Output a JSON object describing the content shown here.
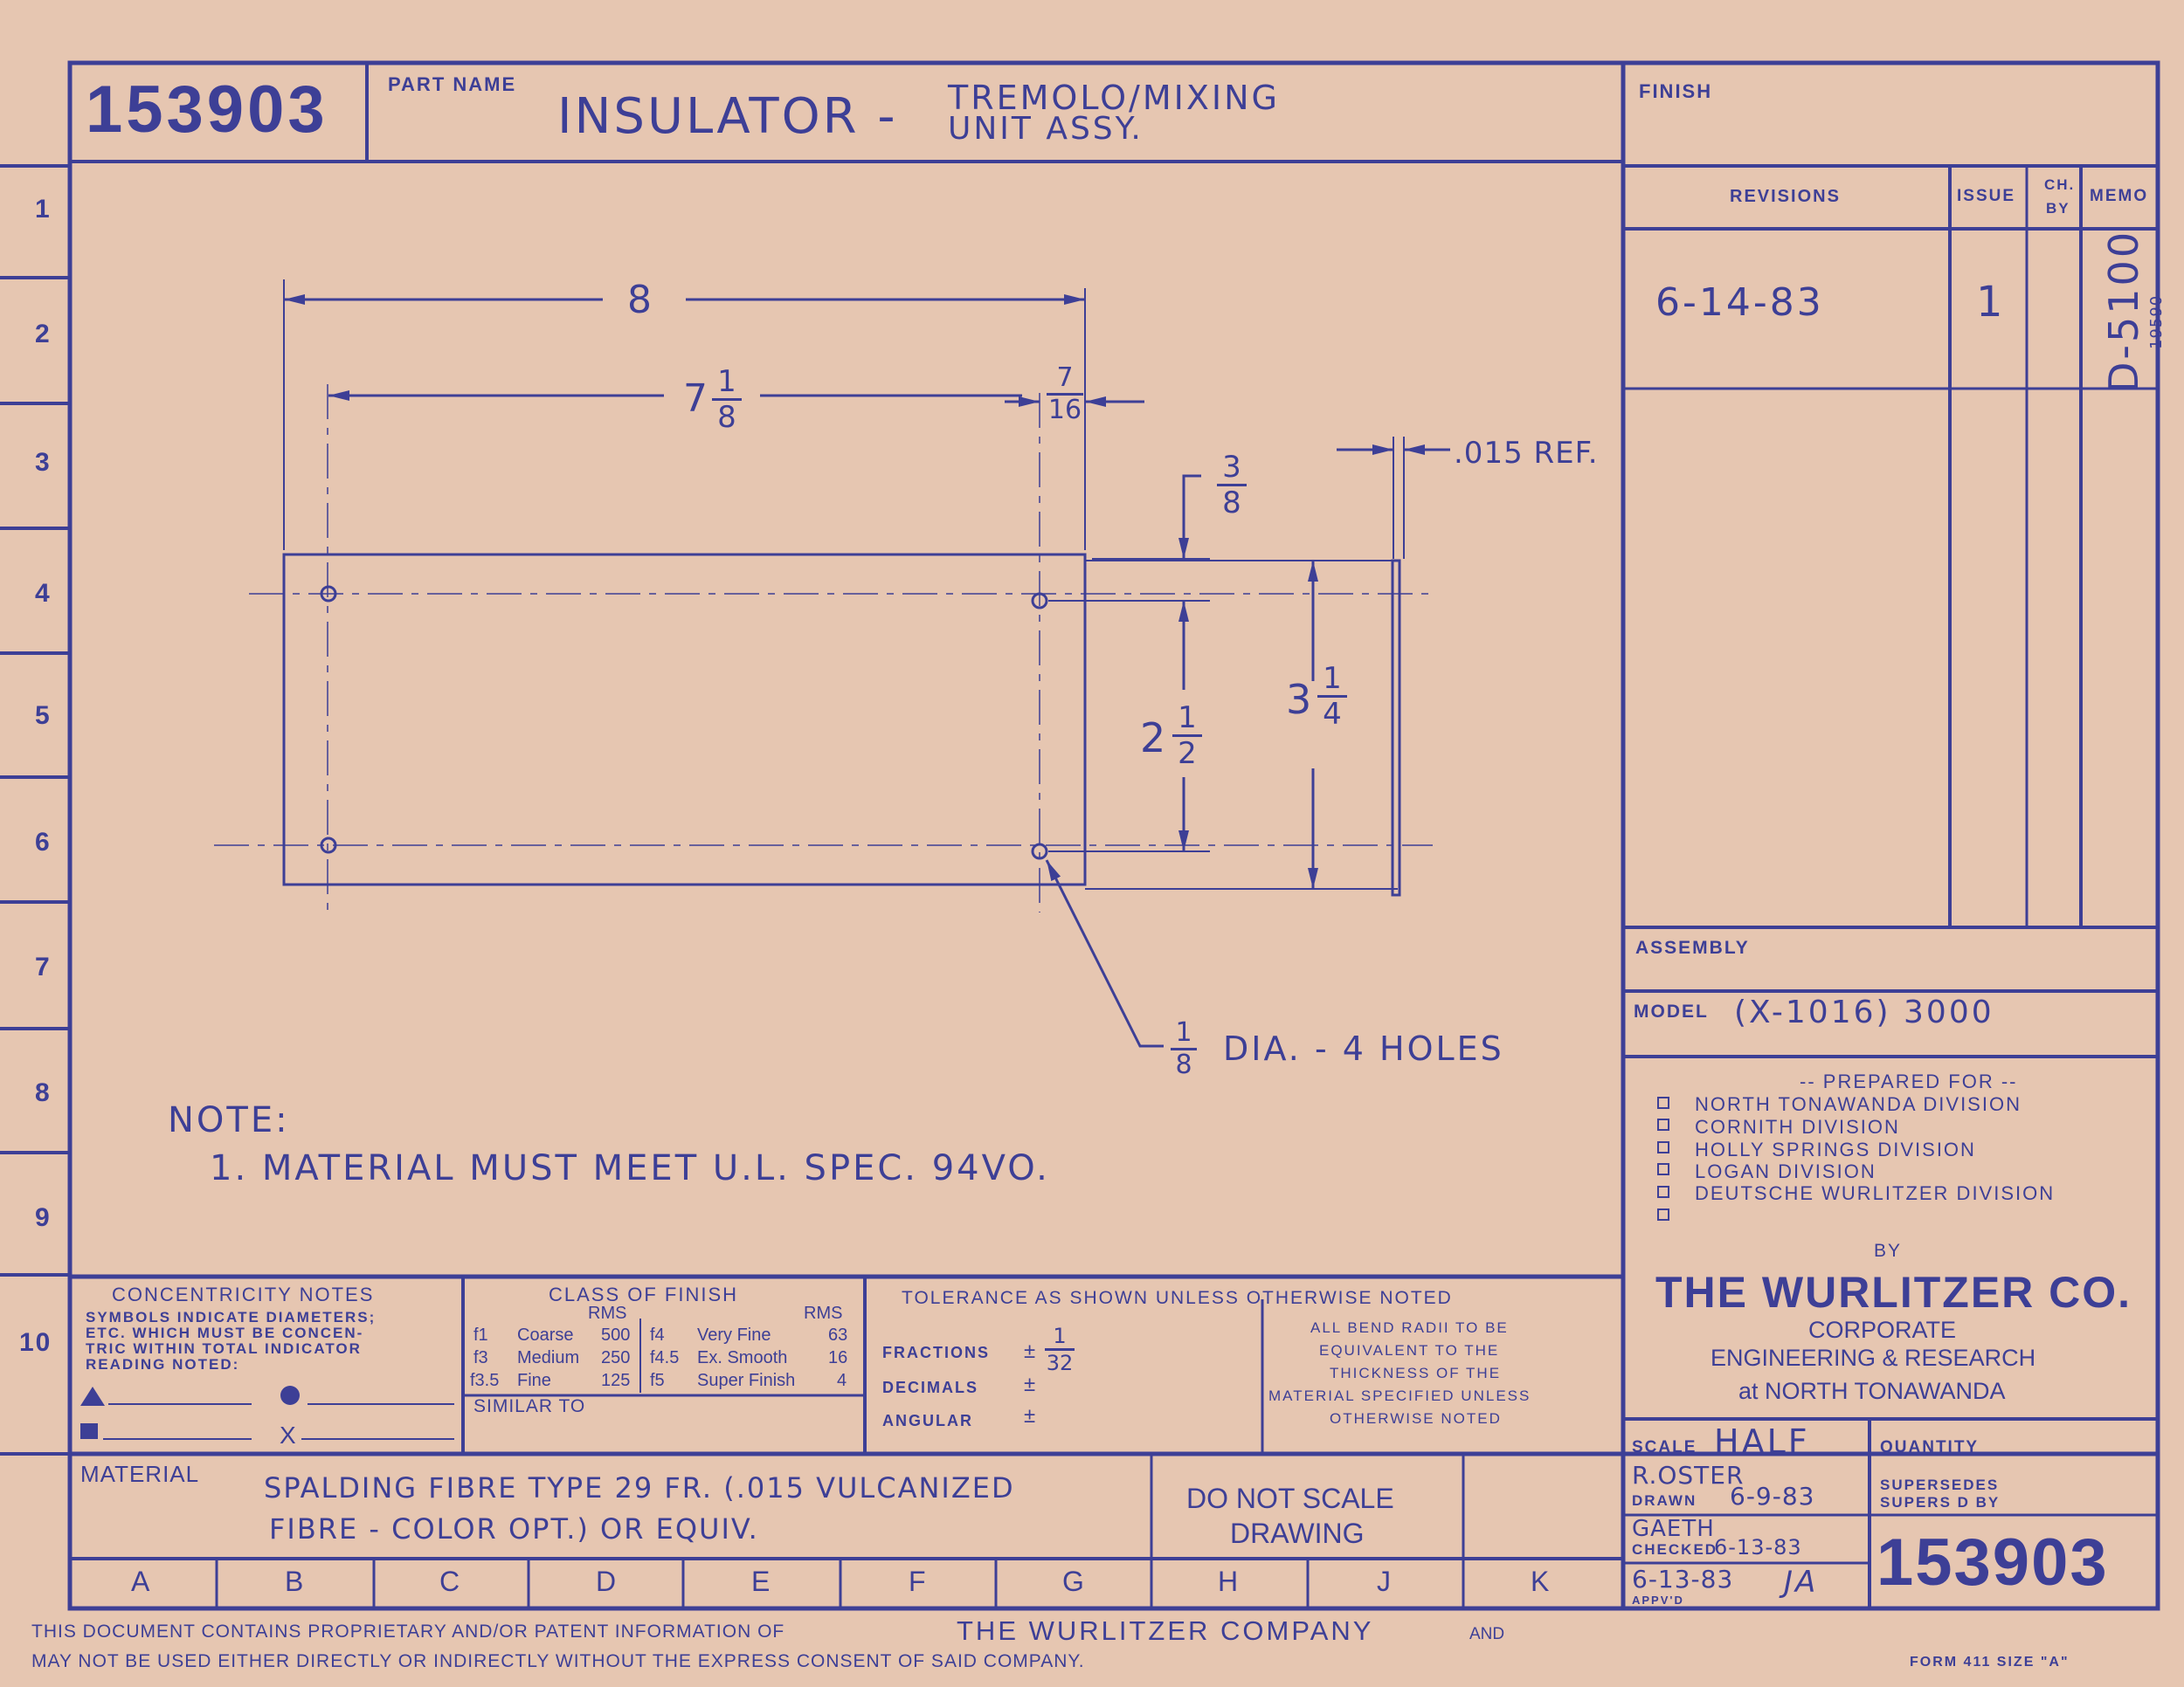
{
  "title_block": {
    "part_number": "153903",
    "part_name_label": "PART NAME",
    "part_name_main": "INSULATOR -",
    "part_name_sub1": "TREMOLO/MIXING",
    "part_name_sub2": "UNIT ASSY.",
    "finish_label": "FINISH"
  },
  "revisions": {
    "headers": [
      "REVISIONS",
      "ISSUE",
      "CH.",
      "BY",
      "MEMO"
    ],
    "rows": [
      {
        "date": "6-14-83",
        "issue": "1",
        "memo": "D-5100",
        "memo_note": "19590"
      }
    ]
  },
  "row_numbers": [
    "1",
    "2",
    "3",
    "4",
    "5",
    "6",
    "7",
    "8",
    "9",
    "10"
  ],
  "column_letters": [
    "A",
    "B",
    "C",
    "D",
    "E",
    "F",
    "G",
    "H",
    "J",
    "K"
  ],
  "dimensions": {
    "overall_length": "8",
    "hole_span_whole": "7",
    "hole_span_num": "1",
    "hole_span_den": "8",
    "edge_offset_num": "7",
    "edge_offset_den": "16",
    "thickness": ".015 REF.",
    "top_offset_num": "3",
    "top_offset_den": "8",
    "hole_vertical_whole": "2",
    "hole_vertical_num": "1",
    "hole_vertical_den": "2",
    "overall_height_whole": "3",
    "overall_height_num": "1",
    "overall_height_den": "4",
    "holes_num": "1",
    "holes_den": "8",
    "holes_text": "DIA. - 4 HOLES"
  },
  "notes": {
    "heading": "NOTE:",
    "line1": "1. MATERIAL MUST MEET U.L. SPEC. 94VO."
  },
  "assembly": {
    "label": "ASSEMBLY",
    "model_label": "MODEL",
    "model_value": "(X-1016) 3000"
  },
  "prepared_for": {
    "heading": "-- PREPARED FOR --",
    "divisions": [
      "NORTH TONAWANDA DIVISION",
      "CORNITH DIVISION",
      "HOLLY SPRINGS DIVISION",
      "LOGAN DIVISION",
      "DEUTSCHE WURLITZER DIVISION",
      ""
    ]
  },
  "company": {
    "by": "BY",
    "name": "THE WURLITZER CO.",
    "line1": "CORPORATE",
    "line2": "ENGINEERING & RESEARCH",
    "line3": "at NORTH TONAWANDA"
  },
  "concentricity": {
    "heading": "CONCENTRICITY NOTES",
    "lines": [
      "SYMBOLS INDICATE DIAMETERS;",
      "ETC. WHICH MUST BE CONCEN-",
      "TRIC WITHIN TOTAL INDICATOR",
      "READING NOTED:"
    ],
    "sym_x": "X"
  },
  "finish_class": {
    "heading": "CLASS OF FINISH",
    "rms": "RMS",
    "left": [
      [
        "f1",
        "Coarse",
        "500"
      ],
      [
        "f3",
        "Medium",
        "250"
      ],
      [
        "f3.5",
        "Fine",
        "125"
      ]
    ],
    "right": [
      [
        "f4",
        "Very Fine",
        "63"
      ],
      [
        "f4.5",
        "Ex. Smooth",
        "16"
      ],
      [
        "f5",
        "Super Finish",
        "4"
      ]
    ],
    "similar_to": "SIMILAR TO"
  },
  "tolerance": {
    "heading": "TOLERANCE AS SHOWN UNLESS OTHERWISE NOTED",
    "fractions": "FRACTIONS",
    "fractions_num": "1",
    "fractions_den": "32",
    "decimals": "DECIMALS",
    "angular": "ANGULAR",
    "plusminus": "±",
    "bend_note": [
      "ALL BEND RADII TO BE",
      "EQUIVALENT TO THE",
      "THICKNESS OF THE",
      "MATERIAL SPECIFIED UNLESS",
      "OTHERWISE NOTED"
    ]
  },
  "material": {
    "label": "MATERIAL",
    "line1": "SPALDING FIBRE TYPE 29 FR. (.015 VULCANIZED",
    "line2": "FIBRE - COLOR OPT.)  OR  EQUIV."
  },
  "do_not_scale": [
    "DO NOT SCALE",
    "DRAWING"
  ],
  "approvals": {
    "scale_label": "SCALE",
    "scale_value": "HALF",
    "quantity_label": "QUANTITY",
    "drawn_name": "R.OSTER",
    "drawn_label": "DRAWN",
    "drawn_date": "6-9-83",
    "supersedes": "SUPERSEDES",
    "supersed_by": "SUPERS D BY",
    "checked_name": "GAETH",
    "checked_label": "CHECKED",
    "checked_date": "6-13-83",
    "appvd_date": "6-13-83",
    "appvd_label": "APPV'D",
    "appvd_initials": "JA",
    "part_number": "153903"
  },
  "footer": {
    "line1a": "THIS DOCUMENT CONTAINS PROPRIETARY AND/OR PATENT INFORMATION OF",
    "company": "THE  WURLITZER  COMPANY",
    "line1b": "AND",
    "line2": "MAY NOT BE USED EITHER DIRECTLY OR INDIRECTLY WITHOUT THE EXPRESS CONSENT OF SAID COMPANY.",
    "form": "FORM 411 SIZE \"A\""
  }
}
